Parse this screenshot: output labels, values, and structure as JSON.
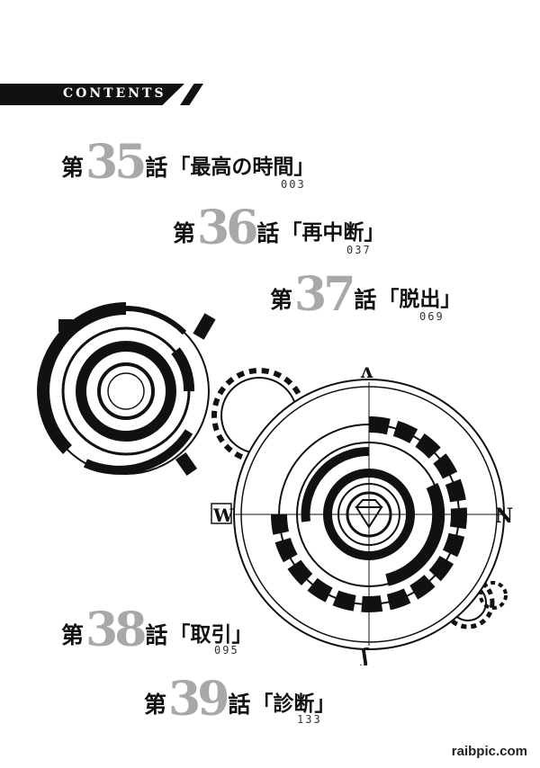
{
  "header": {
    "title": "CONTENTS"
  },
  "chapters": [
    {
      "prefix": "第",
      "number": "35",
      "suffix": "話",
      "title": "「最高の時間」",
      "page": "003"
    },
    {
      "prefix": "第",
      "number": "36",
      "suffix": "話",
      "title": "「再中断」",
      "page": "037"
    },
    {
      "prefix": "第",
      "number": "37",
      "suffix": "話",
      "title": "「脱出」",
      "page": "069"
    },
    {
      "prefix": "第",
      "number": "38",
      "suffix": "話",
      "title": "「取引」",
      "page": "095"
    },
    {
      "prefix": "第",
      "number": "39",
      "suffix": "話",
      "title": "「診断」",
      "page": "133"
    }
  ],
  "compass": {
    "north": "ʌ",
    "west": "W",
    "east": "N",
    "south": "ʃ"
  },
  "watermark": "raibpic.com",
  "colors": {
    "ink": "#111111",
    "number_gray": "#a8a8a8",
    "paper": "#ffffff"
  }
}
